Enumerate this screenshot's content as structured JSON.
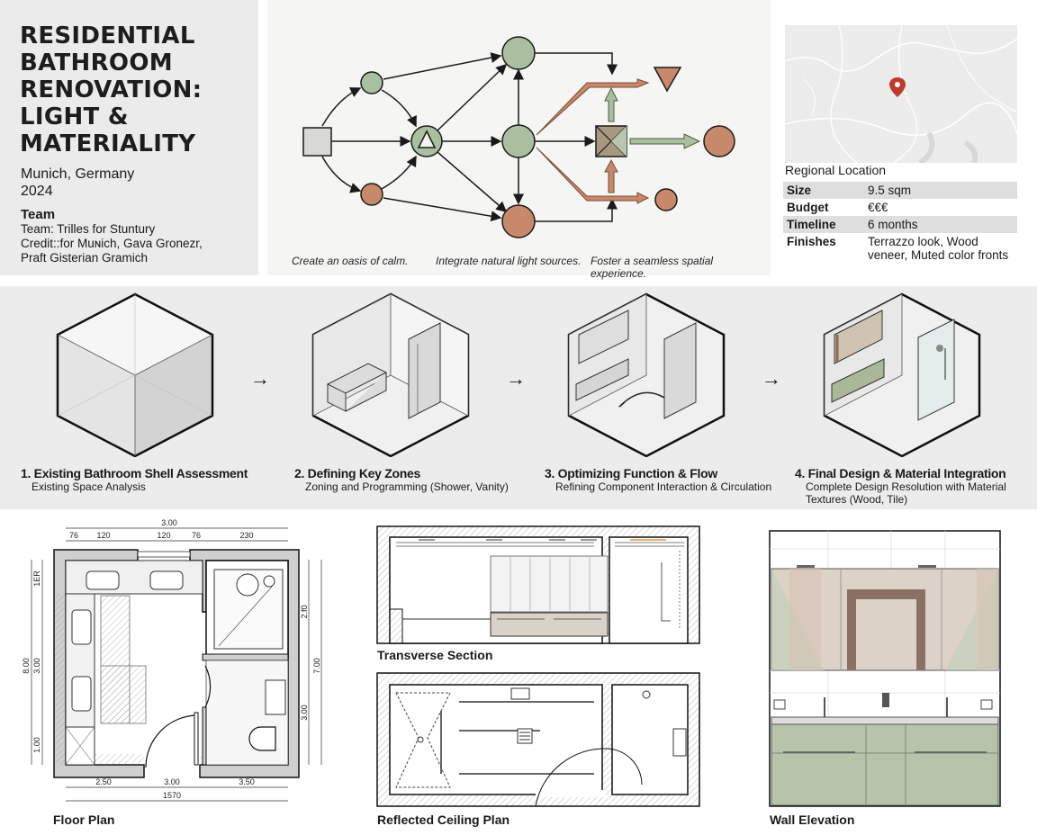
{
  "title": {
    "lines": [
      "RESIDENTIAL",
      "BATHROOM",
      "RENOVATION:",
      "LIGHT &",
      "MATERIALITY"
    ],
    "location": "Munich, Germany",
    "year": "2024",
    "team_heading": "Team",
    "team_lines": [
      "Team: Trilles for Stuntury",
      "Credit::for Muɴich, Gava Gronezr,",
      "Praft Gisterian Gramich"
    ]
  },
  "concept": {
    "captions": [
      "Create an oasis of calm.",
      "Integrate natural light sources.",
      "Foster a seamless spatial experience."
    ],
    "colors": {
      "green": "#a9bf9f",
      "terracotta": "#c8896a",
      "gray": "#d8d8d6"
    }
  },
  "location": {
    "map_label": "Regional Location",
    "pin_color": "#c0392b",
    "specs": [
      {
        "label": "Size",
        "value": "9.5 sqm"
      },
      {
        "label": "Budget",
        "value": "€€€"
      },
      {
        "label": "Timeline",
        "value": "6 months"
      },
      {
        "label": "Finishes",
        "value": "Terrazzo look, Wood veneer, Muted color fronts"
      }
    ]
  },
  "process": {
    "steps": [
      {
        "title": "1. Existing Bathroom Shell Assessment",
        "subtitle": "Existing Space Analysis"
      },
      {
        "title": "2. Defining Key Zones",
        "subtitle": "Zoning and Programming (Shower, Vanity)"
      },
      {
        "title": "3. Optimizing Function & Flow",
        "subtitle": "Refining Component Interaction & Circulation"
      },
      {
        "title": "4. Final Design & Material Integration",
        "subtitle": "Complete Design Resolution with Material Textures (Wood, Tile)"
      }
    ],
    "arrow": "→"
  },
  "drawings": {
    "floor_plan": {
      "label": "Floor Plan",
      "dims_top": [
        "3.00",
        "76",
        "120",
        "120",
        "76",
        "230"
      ],
      "dims_bottom": [
        "2.50",
        "3.00",
        "3.50",
        "1570"
      ],
      "dims_left": [
        "1ER",
        "3.00",
        "8.00",
        "1.00"
      ],
      "dims_right": [
        "2.f0",
        "7.00",
        "3.00"
      ]
    },
    "section_label": "Transverse Section",
    "rcp_label": "Reflected Ceiling Plan",
    "elevation_label": "Wall Elevation"
  }
}
